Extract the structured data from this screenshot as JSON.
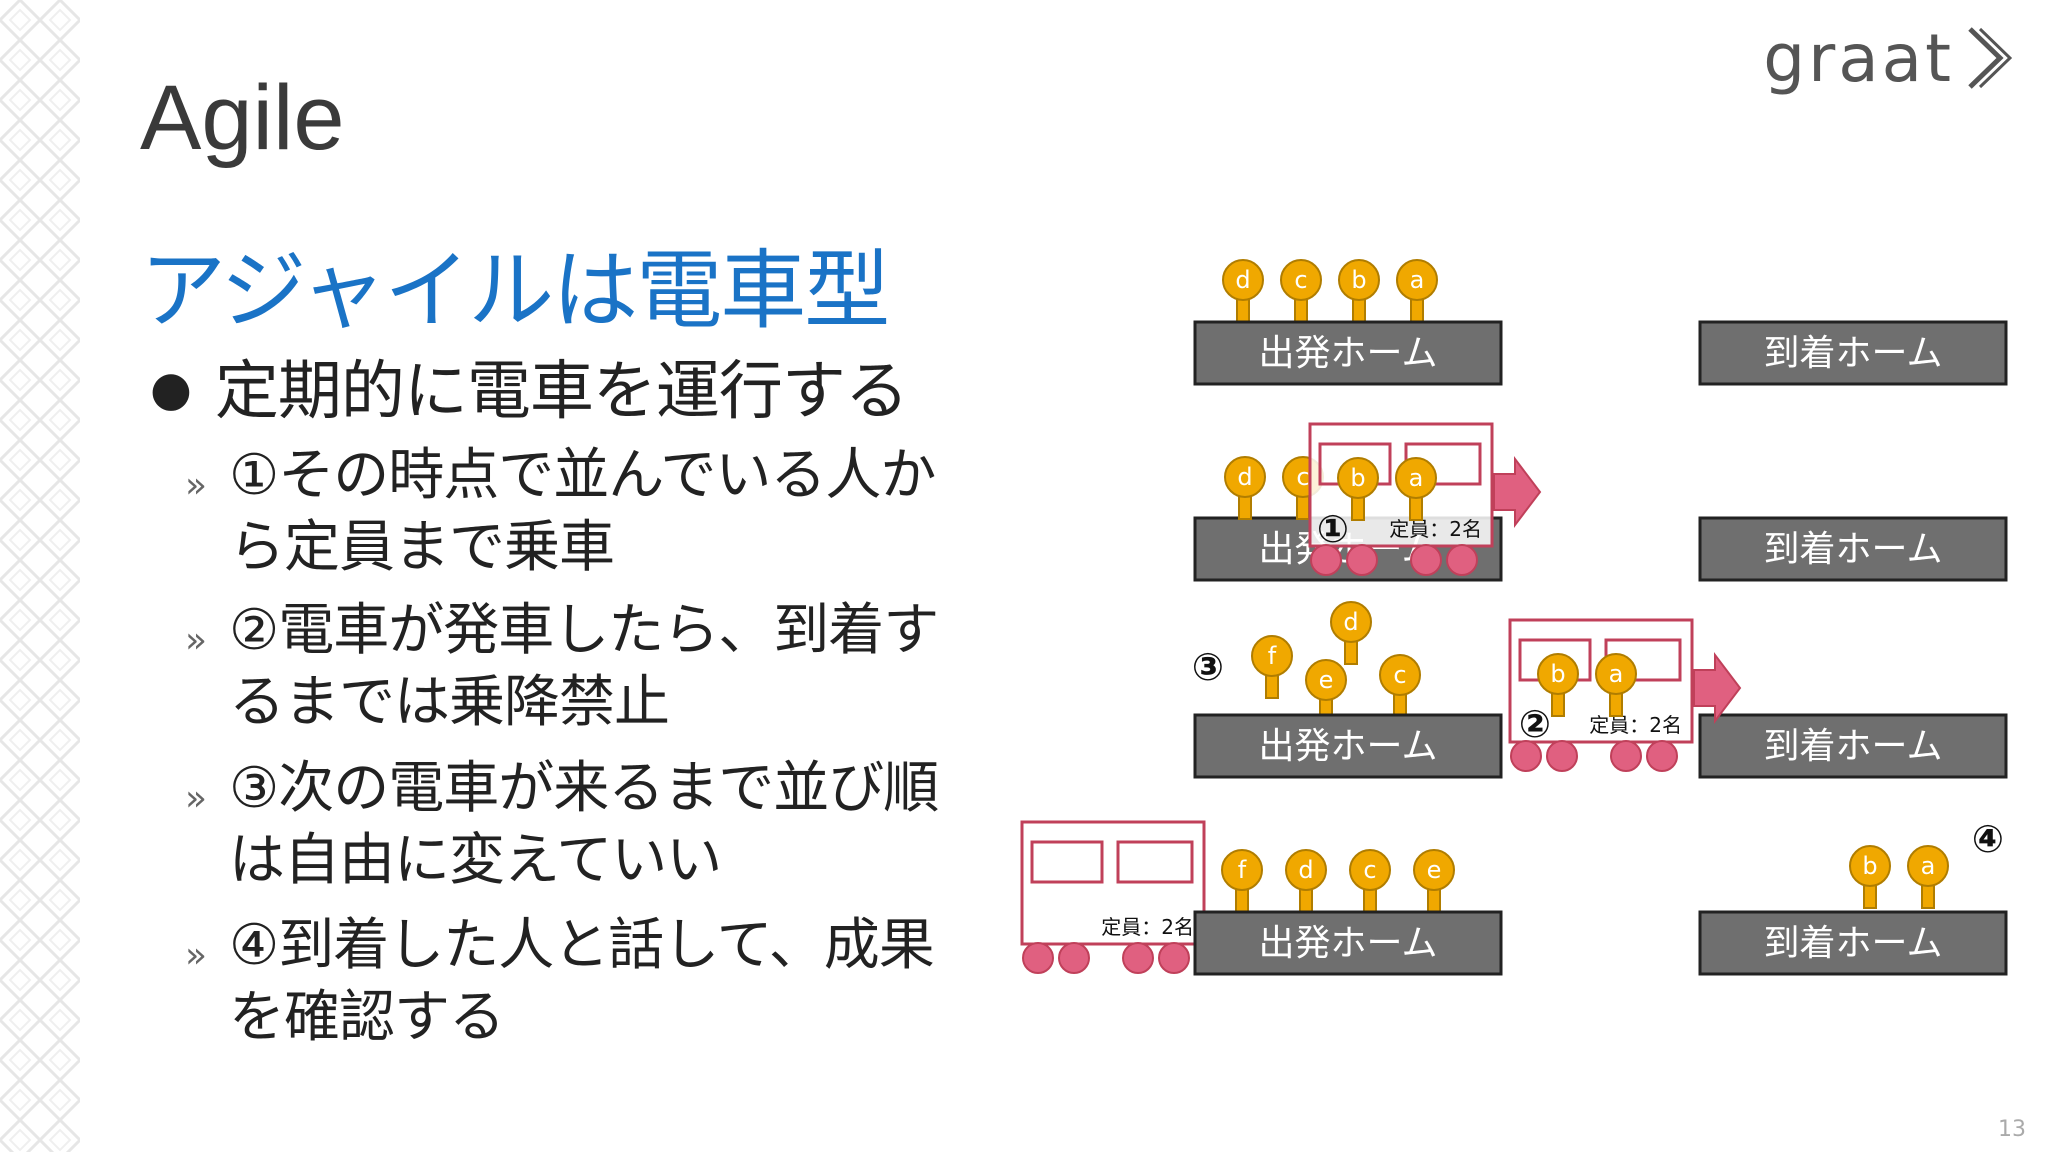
{
  "logo": {
    "text": "graat"
  },
  "slide": {
    "title": "Agile",
    "subtitle": "アジャイルは電車型",
    "bullet": "定期的に電車を運行する",
    "sub_bullets": [
      "①その時点で並んでいる人から定員まで乗車",
      "②電車が発車したら、到着するまでは乗降禁止",
      "③次の電車が来るまで並び順は自由に変えていい",
      "④到着した人と話して、成果を確認する"
    ],
    "page_number": "13"
  },
  "diagram": {
    "departure_label": "出発ホーム",
    "arrival_label": "到着ホーム",
    "capacity_label": "定員：2名",
    "step_markers": [
      "①",
      "②",
      "③",
      "④"
    ],
    "rows": [
      {
        "departure_queue": [
          "d",
          "c",
          "b",
          "a"
        ],
        "arrival": []
      },
      {
        "departure_queue": [
          "d",
          "c"
        ],
        "train": [
          "b",
          "a"
        ],
        "arrival": []
      },
      {
        "departure_queue": [
          "f",
          "e",
          "d",
          "c"
        ],
        "train": [
          "b",
          "a"
        ],
        "arrival": []
      },
      {
        "departure_queue": [
          "f",
          "d",
          "c",
          "e"
        ],
        "train": [],
        "arrival": [
          "b",
          "a"
        ]
      }
    ],
    "colors": {
      "person": "#f0a800",
      "person_outline": "#b07d00",
      "platform_fill": "#6f6f6f",
      "train_outline": "#c0405a",
      "wheel": "#e06080",
      "arrow": "#e06080"
    }
  }
}
